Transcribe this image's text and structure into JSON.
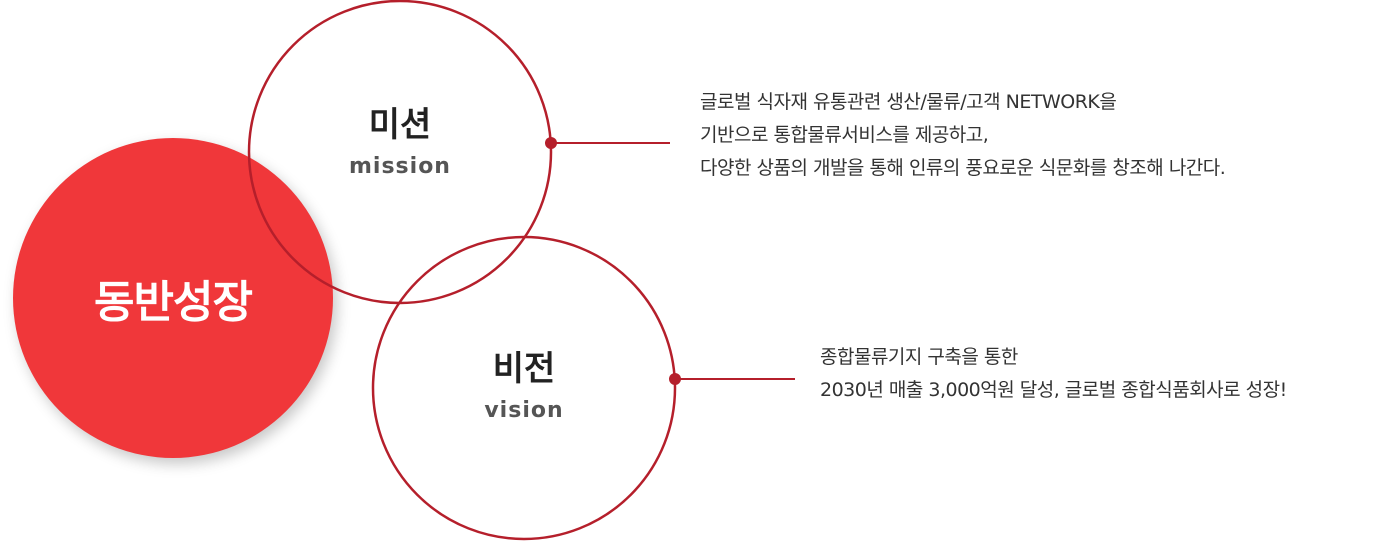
{
  "center": {
    "label": "동반성장"
  },
  "mission": {
    "title": "미션",
    "subtitle": "mission",
    "description": [
      "글로벌 식자재 유통관련 생산/물류/고객 NETWORK을",
      "기반으로 통합물류서비스를 제공하고,",
      "다양한 상품의 개발을 통해 인류의 풍요로운 식문화를 창조해 나간다."
    ]
  },
  "vision": {
    "title": "비전",
    "subtitle": "vision",
    "description": [
      "종합물류기지 구축을 통한",
      "2030년 매출 3,000억원 달성, 글로벌 종합식품회사로 성장!"
    ]
  },
  "colors": {
    "accent": "#f0373a",
    "ring": "#b51f2b",
    "text": "#333333"
  }
}
